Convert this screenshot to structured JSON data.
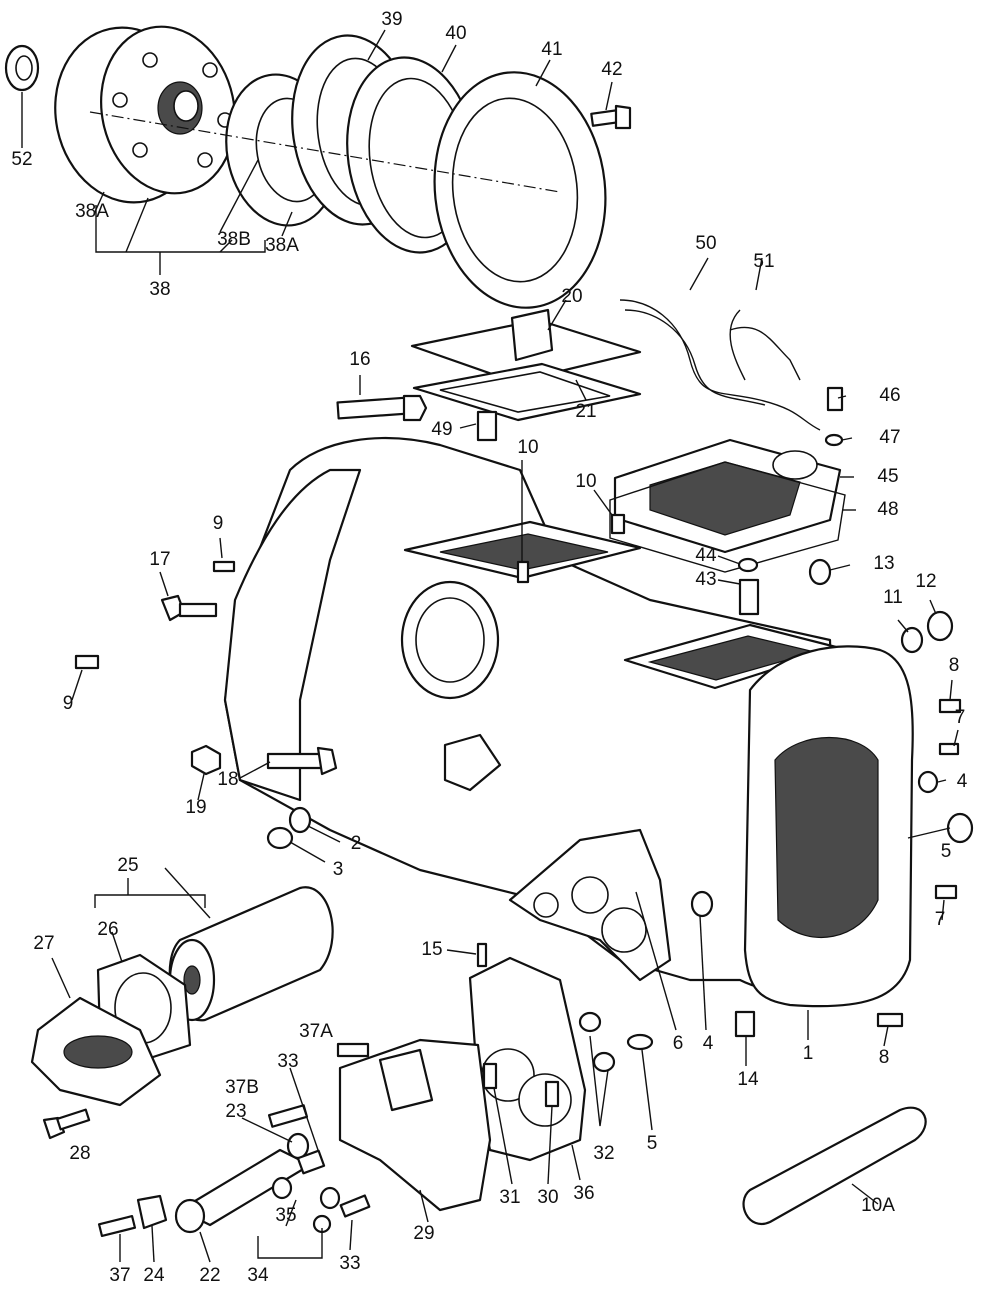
{
  "labels": {
    "l52": "52",
    "l38A_left": "38A",
    "l38": "38",
    "l38B": "38B",
    "l38A_right": "38A",
    "l39": "39",
    "l40": "40",
    "l41": "41",
    "l42": "42",
    "l50": "50",
    "l51": "51",
    "l20": "20",
    "l21": "21",
    "l16": "16",
    "l46": "46",
    "l47": "47",
    "l49": "49",
    "l10_top": "10",
    "l10_mid": "10",
    "l45": "45",
    "l48": "48",
    "l9_top": "9",
    "l17": "17",
    "l44": "44",
    "l13": "13",
    "l43": "43",
    "l11": "11",
    "l12": "12",
    "l9_left": "9",
    "l8_top": "8",
    "l7_top": "7",
    "l19": "19",
    "l4_right": "4",
    "l18": "18",
    "l2": "2",
    "l5_right": "5",
    "l3": "3",
    "l25": "25",
    "l7_bottom": "7",
    "l26": "26",
    "l27": "27",
    "l15": "15",
    "l6": "6",
    "l4_bottom": "4",
    "l1": "1",
    "l8_bottom": "8",
    "l37A": "37A",
    "l33_top": "33",
    "l14": "14",
    "l5_bottom": "5",
    "l37B": "37B",
    "l23": "23",
    "l28": "28",
    "l32": "32",
    "l31": "31",
    "l30": "30",
    "l36": "36",
    "l35": "35",
    "l29": "29",
    "l10A": "10A",
    "l33_bottom": "33",
    "l37": "37",
    "l24": "24",
    "l22": "22",
    "l34": "34"
  }
}
